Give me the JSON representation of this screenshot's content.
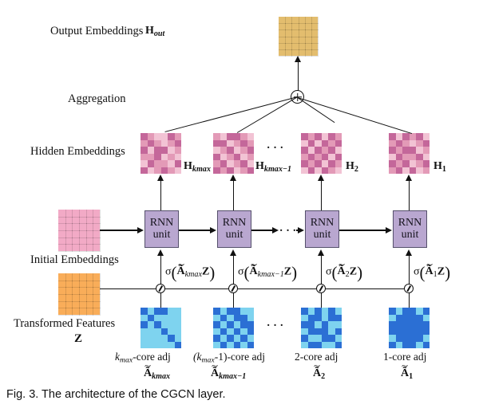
{
  "figure": {
    "caption": "Fig. 3. The architecture of the CGCN layer.",
    "row_labels": {
      "output": "Output Embeddings",
      "output_symbol_base": "H",
      "output_symbol_sub": "out",
      "aggregation": "Aggregation",
      "hidden": "Hidden Embeddings",
      "initial": "Initial Embeddings",
      "transformed": "Transformed Features",
      "transformed_symbol": "Z"
    },
    "aggregation_node": "plus-circle",
    "ellipsis": "···",
    "rnn_label_line1": "RNN",
    "rnn_label_line2": "unit",
    "columns": [
      {
        "hidden_symbol_base": "H",
        "hidden_symbol_sub": "k",
        "hidden_symbol_sub2": "max",
        "sigma_expr": "σ ( Ã k_max Z )",
        "sigma_sub": "k",
        "sigma_sub2": "max",
        "adj_caption": "-core adj",
        "adj_caption_prefix": "k",
        "adj_caption_prefix_sub": "max",
        "adj_symbol_base": "Ã",
        "adj_symbol_sub": "k",
        "adj_symbol_sub2": "max"
      },
      {
        "hidden_symbol_base": "H",
        "hidden_symbol_sub": "k",
        "hidden_symbol_sub2": "max",
        "hidden_symbol_suffix": "−1",
        "sigma_sub": "k",
        "sigma_sub2": "max",
        "sigma_suffix": "−1",
        "adj_caption": ")-core adj",
        "adj_caption_prefix": "(k",
        "adj_caption_prefix_sub": "max",
        "adj_caption_mid": "-1",
        "adj_symbol_base": "Ã",
        "adj_symbol_sub": "k",
        "adj_symbol_sub2": "max",
        "adj_symbol_suffix": "−1"
      },
      {
        "hidden_symbol_base": "H",
        "hidden_symbol_sub": "2",
        "sigma_sub": "2",
        "adj_caption": "2-core adj",
        "adj_symbol_base": "Ã",
        "adj_symbol_sub": "2"
      },
      {
        "hidden_symbol_base": "H",
        "hidden_symbol_sub": "1",
        "sigma_sub": "1",
        "adj_caption": "1-core adj",
        "adj_symbol_base": "Ã",
        "adj_symbol_sub": "1"
      }
    ],
    "sigma_symbol": "σ",
    "matrix_symbol_Z": "Z",
    "colors": {
      "output_grid": "#e3bd6e",
      "output_grid_line": "#c79f52",
      "hidden_grid_light": "#f2c3d4",
      "hidden_grid_mid": "#e39ab7",
      "hidden_grid_dark": "#c4679a",
      "initial_grid": "#f2aac6",
      "transformed_grid": "#f9ad59",
      "adj_light": "#7ed3ef",
      "adj_mid": "#49a8e0",
      "adj_dark": "#2b6fd4",
      "rnn_fill": "#b9a7d0",
      "rnn_border": "#55506b",
      "line": "#111111"
    }
  },
  "chart_data": {
    "type": "diagram",
    "title": "The architecture of the CGCN layer",
    "output_grid": {
      "rows": 6,
      "cols": 6,
      "fill": "uniform"
    },
    "initial_grid": {
      "rows": 6,
      "cols": 6,
      "fill": "uniform"
    },
    "transformed_grid": {
      "rows": 6,
      "cols": 6,
      "fill": "uniform"
    },
    "hidden_grids": [
      [
        [
          2,
          1,
          0,
          0,
          2,
          1
        ],
        [
          1,
          2,
          1,
          0,
          1,
          2
        ],
        [
          2,
          0,
          2,
          2,
          0,
          1
        ],
        [
          1,
          1,
          2,
          0,
          1,
          0
        ],
        [
          0,
          2,
          1,
          1,
          0,
          2
        ],
        [
          2,
          0,
          1,
          2,
          1,
          0
        ]
      ],
      [
        [
          1,
          0,
          2,
          2,
          1,
          0
        ],
        [
          2,
          2,
          0,
          1,
          2,
          1
        ],
        [
          0,
          1,
          2,
          0,
          1,
          2
        ],
        [
          2,
          0,
          1,
          2,
          0,
          1
        ],
        [
          1,
          2,
          0,
          1,
          2,
          0
        ],
        [
          2,
          1,
          2,
          0,
          1,
          2
        ]
      ],
      [
        [
          2,
          1,
          2,
          0,
          2,
          1
        ],
        [
          0,
          2,
          0,
          2,
          1,
          2
        ],
        [
          2,
          0,
          2,
          1,
          2,
          0
        ],
        [
          1,
          2,
          1,
          2,
          0,
          2
        ],
        [
          2,
          1,
          2,
          0,
          2,
          1
        ],
        [
          0,
          2,
          0,
          2,
          1,
          0
        ]
      ],
      [
        [
          2,
          0,
          2,
          1,
          2,
          0
        ],
        [
          1,
          2,
          1,
          0,
          1,
          2
        ],
        [
          2,
          1,
          2,
          2,
          0,
          1
        ],
        [
          0,
          2,
          1,
          1,
          2,
          0
        ],
        [
          2,
          1,
          2,
          0,
          1,
          2
        ],
        [
          1,
          2,
          0,
          2,
          0,
          1
        ]
      ]
    ],
    "adjacency_grids": [
      [
        [
          2,
          0,
          2,
          2,
          0,
          0
        ],
        [
          0,
          2,
          0,
          0,
          0,
          0
        ],
        [
          2,
          0,
          2,
          0,
          0,
          0
        ],
        [
          0,
          0,
          0,
          2,
          0,
          0
        ],
        [
          0,
          0,
          0,
          0,
          2,
          0
        ],
        [
          0,
          0,
          0,
          0,
          0,
          2
        ]
      ],
      [
        [
          2,
          0,
          2,
          2,
          0,
          0
        ],
        [
          0,
          2,
          0,
          2,
          2,
          0
        ],
        [
          2,
          0,
          2,
          0,
          2,
          2
        ],
        [
          0,
          2,
          0,
          2,
          0,
          2
        ],
        [
          2,
          0,
          2,
          0,
          2,
          0
        ],
        [
          0,
          2,
          0,
          2,
          0,
          2
        ]
      ],
      [
        [
          2,
          0,
          2,
          0,
          2,
          0
        ],
        [
          0,
          2,
          2,
          0,
          2,
          2
        ],
        [
          2,
          2,
          0,
          2,
          0,
          0
        ],
        [
          0,
          2,
          2,
          2,
          0,
          2
        ],
        [
          2,
          0,
          0,
          2,
          2,
          0
        ],
        [
          0,
          2,
          2,
          0,
          0,
          2
        ]
      ],
      [
        [
          2,
          0,
          2,
          2,
          0,
          2
        ],
        [
          0,
          2,
          2,
          2,
          2,
          0
        ],
        [
          2,
          2,
          2,
          2,
          2,
          2
        ],
        [
          2,
          2,
          2,
          2,
          2,
          2
        ],
        [
          0,
          2,
          2,
          2,
          2,
          0
        ],
        [
          2,
          0,
          2,
          2,
          0,
          2
        ]
      ]
    ],
    "legend": {
      "hidden_scale": [
        "light pink",
        "mid pink",
        "dark pink"
      ],
      "adj_scale": [
        "light cyan",
        "mid blue",
        "dark blue"
      ]
    }
  }
}
